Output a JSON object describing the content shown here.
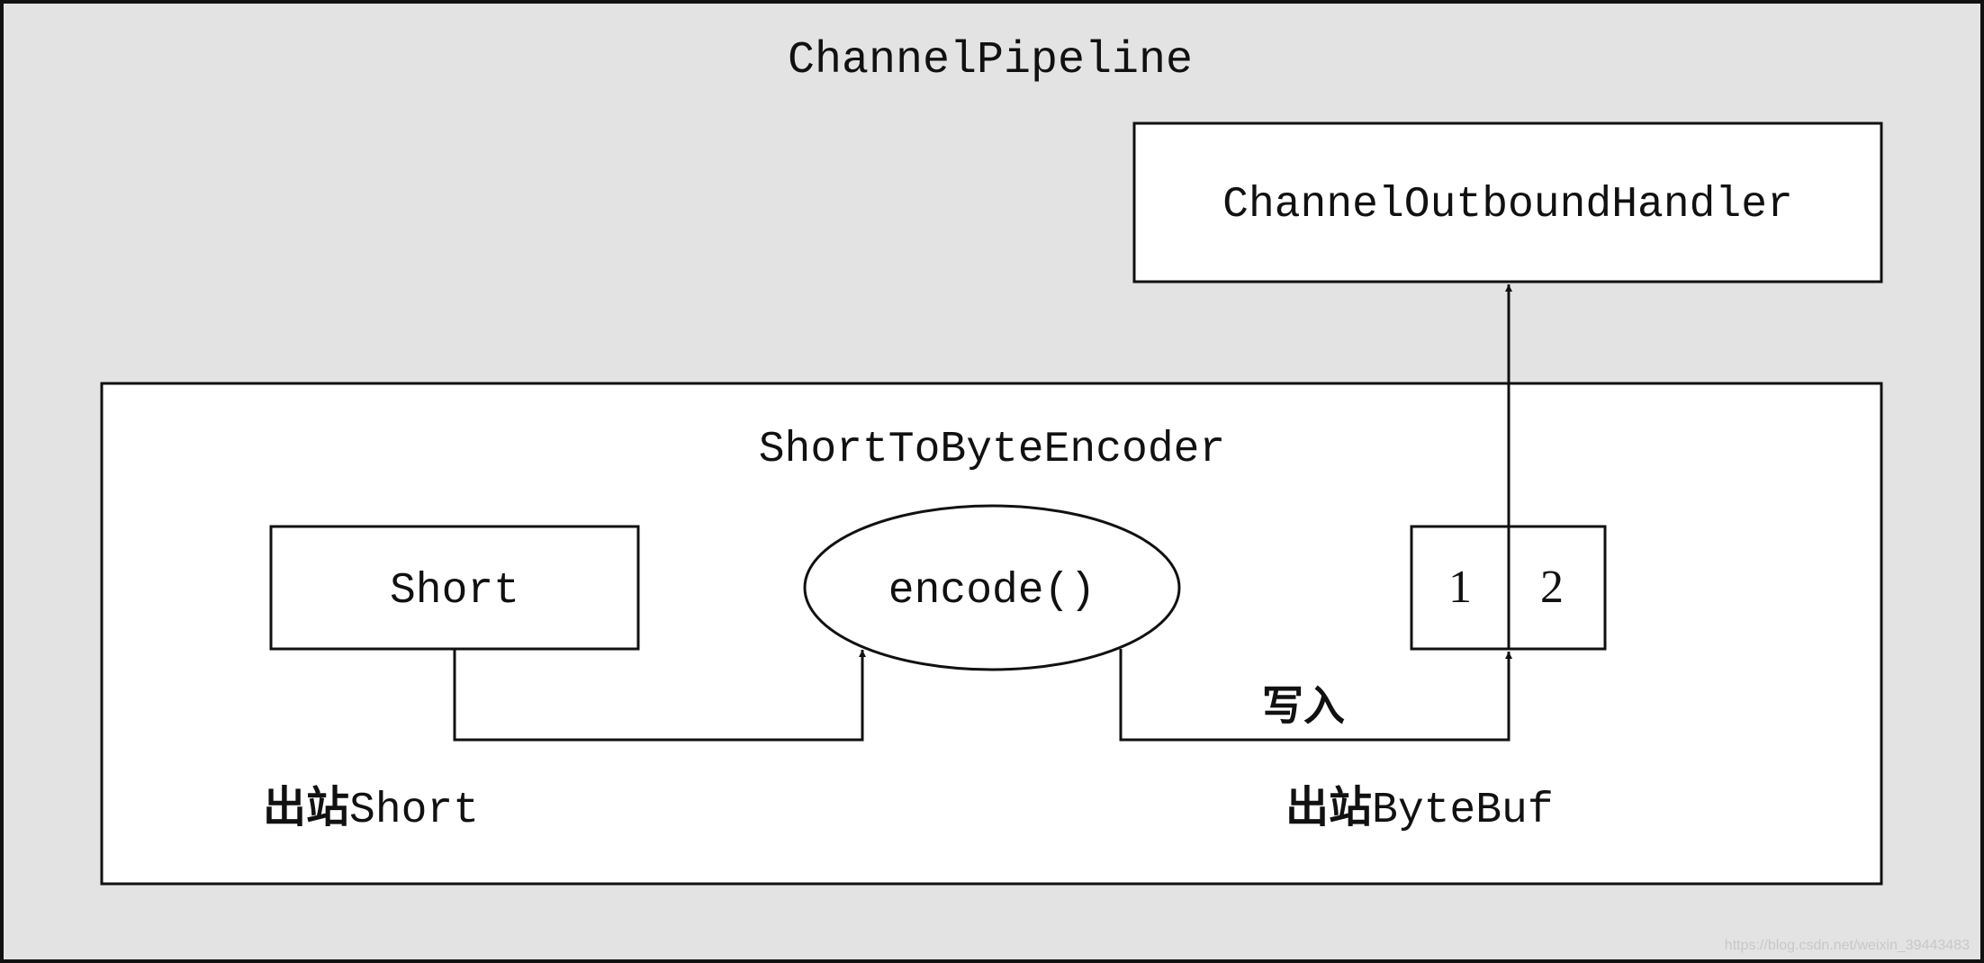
{
  "pipeline": {
    "title": "ChannelPipeline"
  },
  "outbound_handler": {
    "label": "ChannelOutboundHandler"
  },
  "encoder": {
    "title": "ShortToByteEncoder",
    "input_box": "Short",
    "method": "encode()",
    "buffer_cells": [
      "1",
      "2"
    ],
    "write_label": "写入",
    "outbound_short_prefix": "出站",
    "outbound_short_type": "Short",
    "outbound_bytebuf_prefix": "出站",
    "outbound_bytebuf_type": "ByteBuf"
  },
  "watermark": "https://blog.csdn.net/weixin_39443483",
  "colors": {
    "pipeline_background": "#e3e3e3",
    "box_fill": "#ffffff",
    "stroke": "#111111"
  }
}
